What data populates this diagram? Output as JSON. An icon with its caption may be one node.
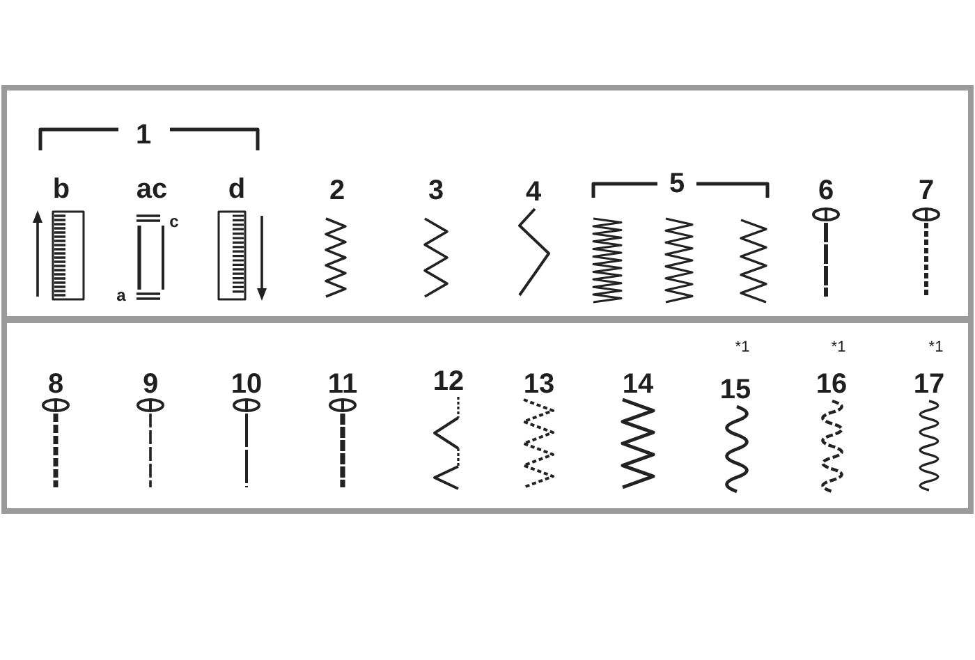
{
  "diagram": {
    "labels": [
      "1",
      "b",
      "ac",
      "d",
      "2",
      "3",
      "4",
      "5",
      "6",
      "7",
      "c",
      "a",
      "*1",
      "*1",
      "*1",
      "8",
      "9",
      "10",
      "11",
      "12",
      "13",
      "14",
      "15",
      "16",
      "17"
    ]
  }
}
